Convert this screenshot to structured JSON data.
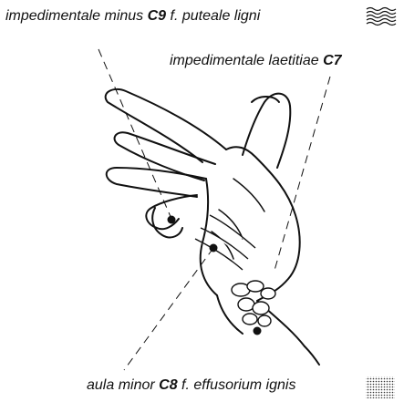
{
  "labels": {
    "top": {
      "prefix": "impedimentale minus ",
      "code": "C9",
      "suffix": " f. puteale ligni"
    },
    "middle": {
      "prefix": "impedimentale laetitiae ",
      "code": "C7",
      "suffix": ""
    },
    "bottom": {
      "prefix": "aula minor ",
      "code": "C8",
      "suffix": " f. effusorium ignis"
    }
  },
  "legend_swatches": {
    "top_right": "wave-hatch-pattern",
    "bottom_right": "dot-stipple-pattern"
  },
  "colors": {
    "line": "#111111",
    "background": "#ffffff"
  }
}
